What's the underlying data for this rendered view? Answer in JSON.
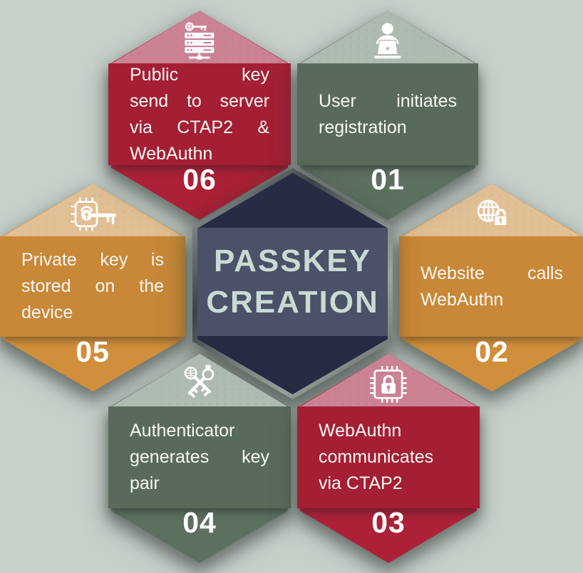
{
  "title": "Passkey Creation infographic",
  "center": {
    "title_lines": [
      "PASSKEY",
      "CREATION"
    ]
  },
  "colors": {
    "background": "#C6D0C9",
    "center_navy": "#262C43",
    "center_panel": "#4A5168",
    "center_title_text": "#C9DBD2",
    "step_text": "#FAF8F4",
    "number_text": "#FFFFFF",
    "icon_white": "#FFFFFF",
    "red": "#AC2137",
    "red_light": "#CB8394",
    "green": "#5C7060",
    "green_light": "#AEBBB0",
    "orange": "#D28F3B",
    "orange_light": "#E2C095"
  },
  "steps": [
    {
      "number": "01",
      "lines": [
        "User initiates",
        "registration"
      ],
      "icon": "user-laptop-icon",
      "color": "#5C7060",
      "color_light": "#AEBBB0"
    },
    {
      "number": "02",
      "lines": [
        "Website calls",
        "WebAuthn"
      ],
      "icon": "globe-lock-icon",
      "color": "#D28F3B",
      "color_light": "#E2C095"
    },
    {
      "number": "03",
      "lines": [
        "WebAuthn",
        "communicates",
        "via CTAP2"
      ],
      "icon": "chip-lock-icon",
      "color": "#AC2137",
      "color_light": "#CB8394"
    },
    {
      "number": "04",
      "lines": [
        "Authenticator",
        "generates key",
        "pair"
      ],
      "icon": "crossed-keys-icon",
      "color": "#5C7060",
      "color_light": "#AEBBB0"
    },
    {
      "number": "05",
      "lines": [
        "Private key is",
        "stored on the",
        "device"
      ],
      "icon": "chip-lock-key-icon",
      "color": "#D28F3B",
      "color_light": "#E2C095"
    },
    {
      "number": "06",
      "lines": [
        "Public key",
        "send to server",
        "via CTAP2 &",
        "WebAuthn"
      ],
      "icon": "server-key-icon",
      "color": "#AC2137",
      "color_light": "#CB8394"
    }
  ]
}
